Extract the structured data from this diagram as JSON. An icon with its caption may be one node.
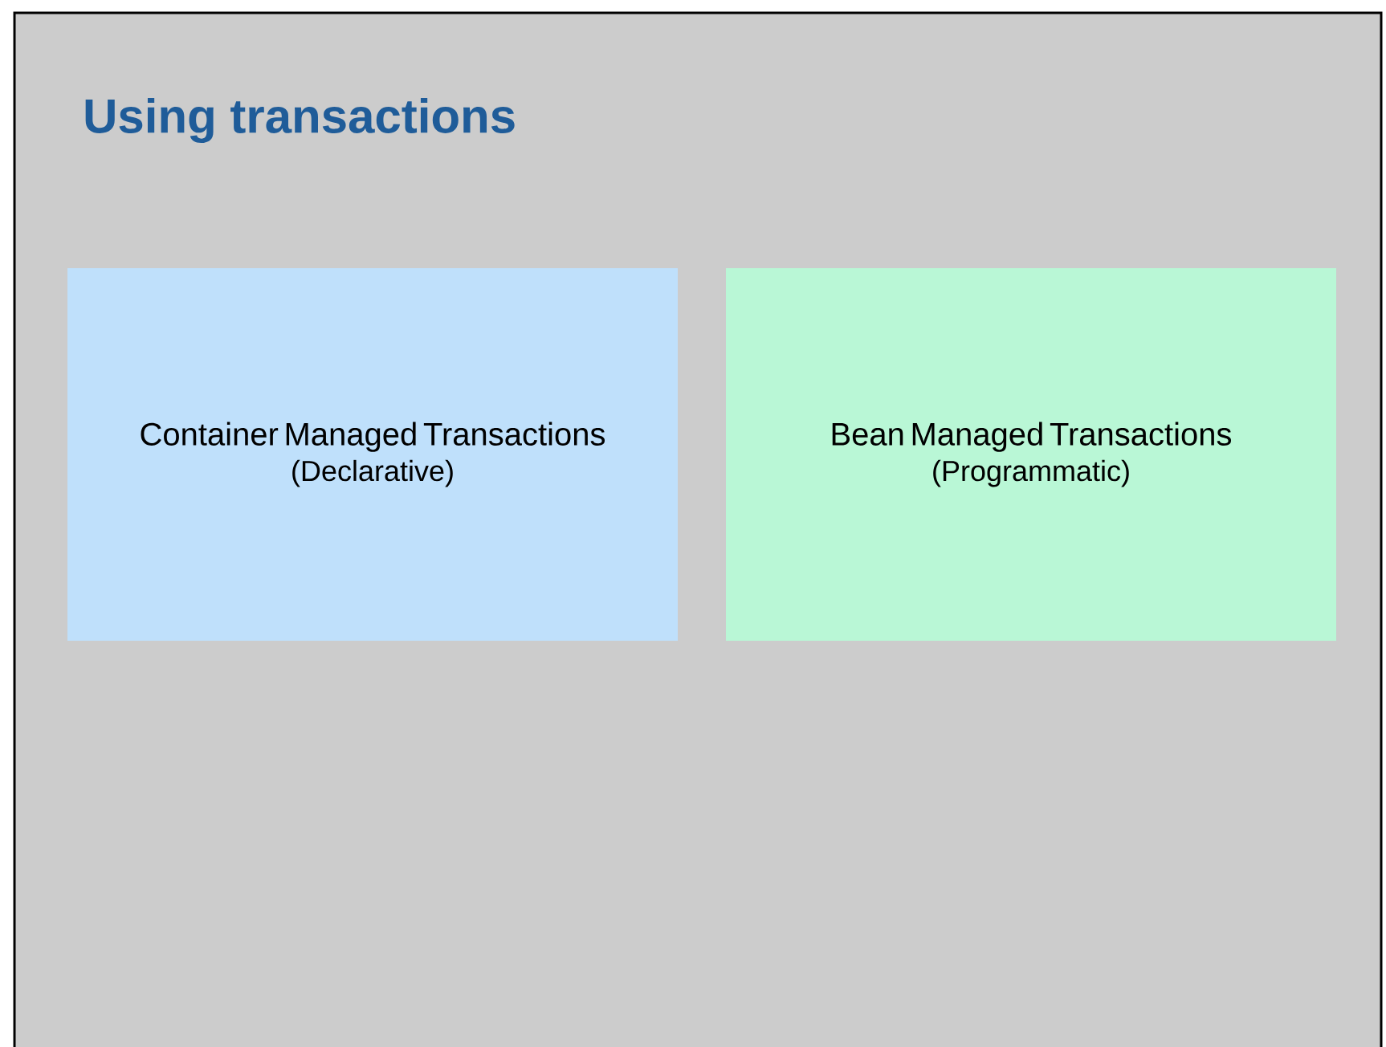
{
  "diagram": {
    "title": "Using transactions",
    "nodes": [
      {
        "text": [
          "Container Managed Transactions",
          "(Declarative)"
        ]
      },
      {
        "text": [
          "Bean Managed Transactions",
          "(Programmatic)"
        ]
      }
    ]
  }
}
